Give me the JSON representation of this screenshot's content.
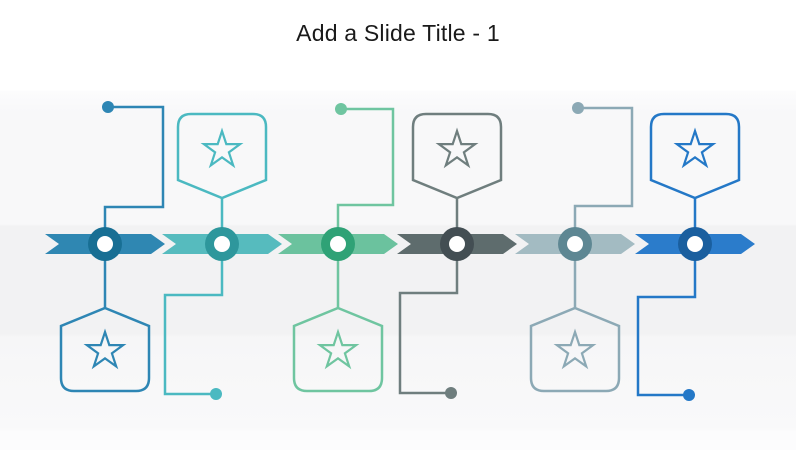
{
  "slide": {
    "title": "Add a Slide Title - 1"
  },
  "timeline": {
    "type": "chevron-process-timeline",
    "steps": 6,
    "white": "#ffffff",
    "items": [
      {
        "index": 1,
        "icon": "star-icon",
        "badge_position": "below",
        "connector_dot_position": "top-left",
        "chevron_color": "#2F87B2",
        "ring_color": "#186F94",
        "accent_color": "#2E86B4"
      },
      {
        "index": 2,
        "icon": "star-icon",
        "badge_position": "above",
        "connector_dot_position": "bottom-left",
        "chevron_color": "#56BBBE",
        "ring_color": "#2E979C",
        "accent_color": "#4BB9C1"
      },
      {
        "index": 3,
        "icon": "star-icon",
        "badge_position": "below",
        "connector_dot_position": "top-left",
        "chevron_color": "#6BC29E",
        "ring_color": "#2FA276",
        "accent_color": "#6FC5A0"
      },
      {
        "index": 4,
        "icon": "star-icon",
        "badge_position": "above",
        "connector_dot_position": "bottom-left",
        "chevron_color": "#5E6C6D",
        "ring_color": "#434E53",
        "accent_color": "#6F7E7E"
      },
      {
        "index": 5,
        "icon": "star-icon",
        "badge_position": "below",
        "connector_dot_position": "top-left",
        "chevron_color": "#A3BBC2",
        "ring_color": "#5E8793",
        "accent_color": "#8CA9B5"
      },
      {
        "index": 6,
        "icon": "star-icon",
        "badge_position": "above",
        "connector_dot_position": "bottom-left",
        "chevron_color": "#2B7CCB",
        "ring_color": "#1A5F9F",
        "accent_color": "#2478C7"
      }
    ]
  }
}
